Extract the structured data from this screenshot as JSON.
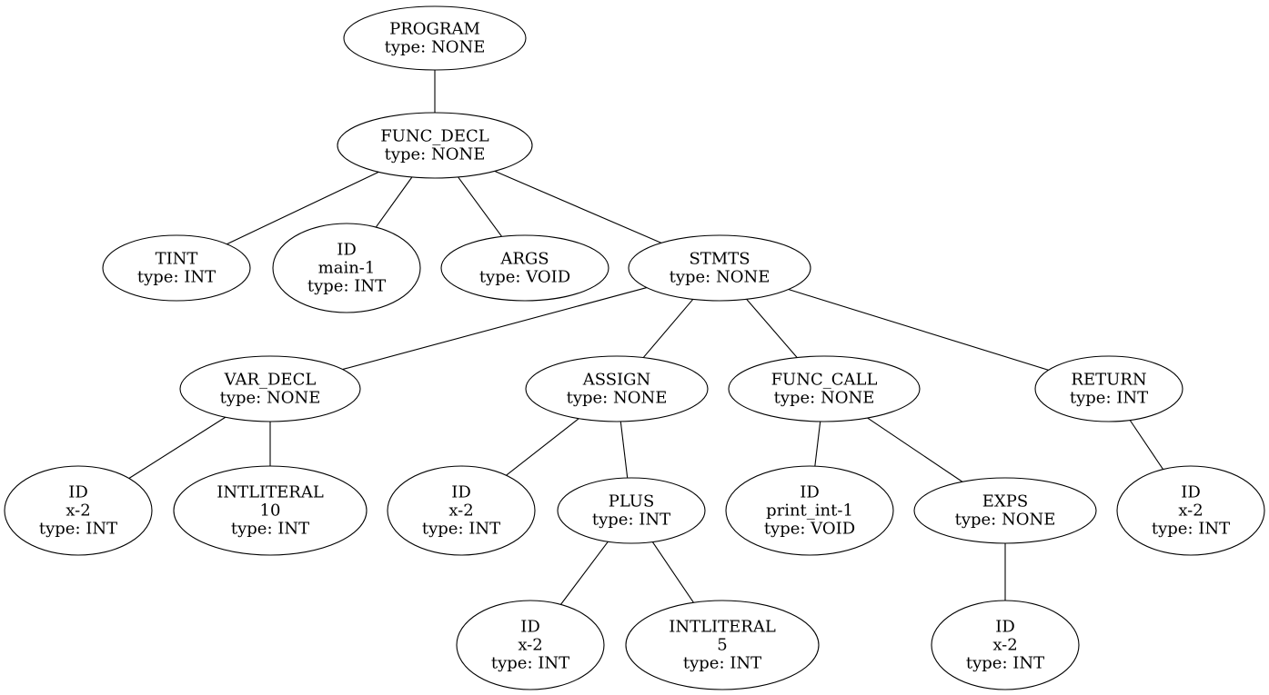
{
  "diagram": {
    "nodes": [
      {
        "id": "program",
        "lines": [
          "PROGRAM",
          "type: NONE"
        ]
      },
      {
        "id": "func-decl",
        "lines": [
          "FUNC_DECL",
          "type: NONE"
        ]
      },
      {
        "id": "tint",
        "lines": [
          "TINT",
          "type: INT"
        ]
      },
      {
        "id": "id-main",
        "lines": [
          "ID",
          "main-1",
          "type: INT"
        ]
      },
      {
        "id": "args",
        "lines": [
          "ARGS",
          "type: VOID"
        ]
      },
      {
        "id": "stmts",
        "lines": [
          "STMTS",
          "type: NONE"
        ]
      },
      {
        "id": "var-decl",
        "lines": [
          "VAR_DECL",
          "type: NONE"
        ]
      },
      {
        "id": "assign",
        "lines": [
          "ASSIGN",
          "type: NONE"
        ]
      },
      {
        "id": "func-call",
        "lines": [
          "FUNC_CALL",
          "type: NONE"
        ]
      },
      {
        "id": "return",
        "lines": [
          "RETURN",
          "type: INT"
        ]
      },
      {
        "id": "id-x-vardecl",
        "lines": [
          "ID",
          "x-2",
          "type: INT"
        ]
      },
      {
        "id": "intliteral-10",
        "lines": [
          "INTLITERAL",
          "10",
          "type: INT"
        ]
      },
      {
        "id": "id-x-assign",
        "lines": [
          "ID",
          "x-2",
          "type: INT"
        ]
      },
      {
        "id": "plus",
        "lines": [
          "PLUS",
          "type: INT"
        ]
      },
      {
        "id": "id-print-int",
        "lines": [
          "ID",
          "print_int-1",
          "type: VOID"
        ]
      },
      {
        "id": "exps",
        "lines": [
          "EXPS",
          "type: NONE"
        ]
      },
      {
        "id": "id-x-return",
        "lines": [
          "ID",
          "x-2",
          "type: INT"
        ]
      },
      {
        "id": "id-x-plus",
        "lines": [
          "ID",
          "x-2",
          "type: INT"
        ]
      },
      {
        "id": "intliteral-5",
        "lines": [
          "INTLITERAL",
          "5",
          "type: INT"
        ]
      },
      {
        "id": "id-x-exps",
        "lines": [
          "ID",
          "x-2",
          "type: INT"
        ]
      }
    ],
    "edges": [
      [
        "program",
        "func-decl"
      ],
      [
        "func-decl",
        "tint"
      ],
      [
        "func-decl",
        "id-main"
      ],
      [
        "func-decl",
        "args"
      ],
      [
        "func-decl",
        "stmts"
      ],
      [
        "stmts",
        "var-decl"
      ],
      [
        "stmts",
        "assign"
      ],
      [
        "stmts",
        "func-call"
      ],
      [
        "stmts",
        "return"
      ],
      [
        "var-decl",
        "id-x-vardecl"
      ],
      [
        "var-decl",
        "intliteral-10"
      ],
      [
        "assign",
        "id-x-assign"
      ],
      [
        "assign",
        "plus"
      ],
      [
        "func-call",
        "id-print-int"
      ],
      [
        "func-call",
        "exps"
      ],
      [
        "return",
        "id-x-return"
      ],
      [
        "plus",
        "id-x-plus"
      ],
      [
        "plus",
        "intliteral-5"
      ],
      [
        "exps",
        "id-x-exps"
      ]
    ]
  }
}
